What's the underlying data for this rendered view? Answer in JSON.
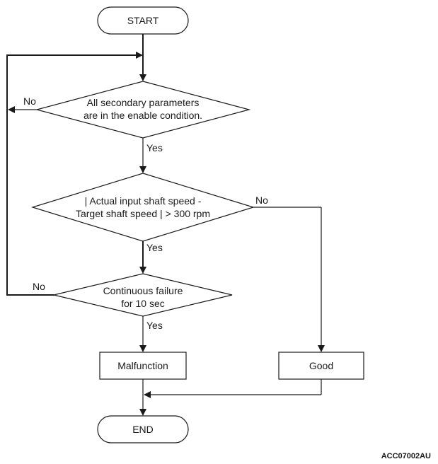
{
  "flowchart": {
    "start": "START",
    "end": "END",
    "decision1": {
      "line1": "All secondary parameters",
      "line2": "are in the enable condition."
    },
    "decision2": {
      "line1": "| Actual input shaft speed -",
      "line2": "Target shaft speed | > 300 rpm"
    },
    "decision3": {
      "line1": "Continuous failure",
      "line2": "for 10 sec"
    },
    "malfunction": "Malfunction",
    "good": "Good",
    "labels": {
      "d1_no": "No",
      "d1_yes": "Yes",
      "d2_no": "No",
      "d2_yes": "Yes",
      "d3_no": "No",
      "d3_yes": "Yes"
    },
    "figure_code": "ACC07002AU"
  }
}
